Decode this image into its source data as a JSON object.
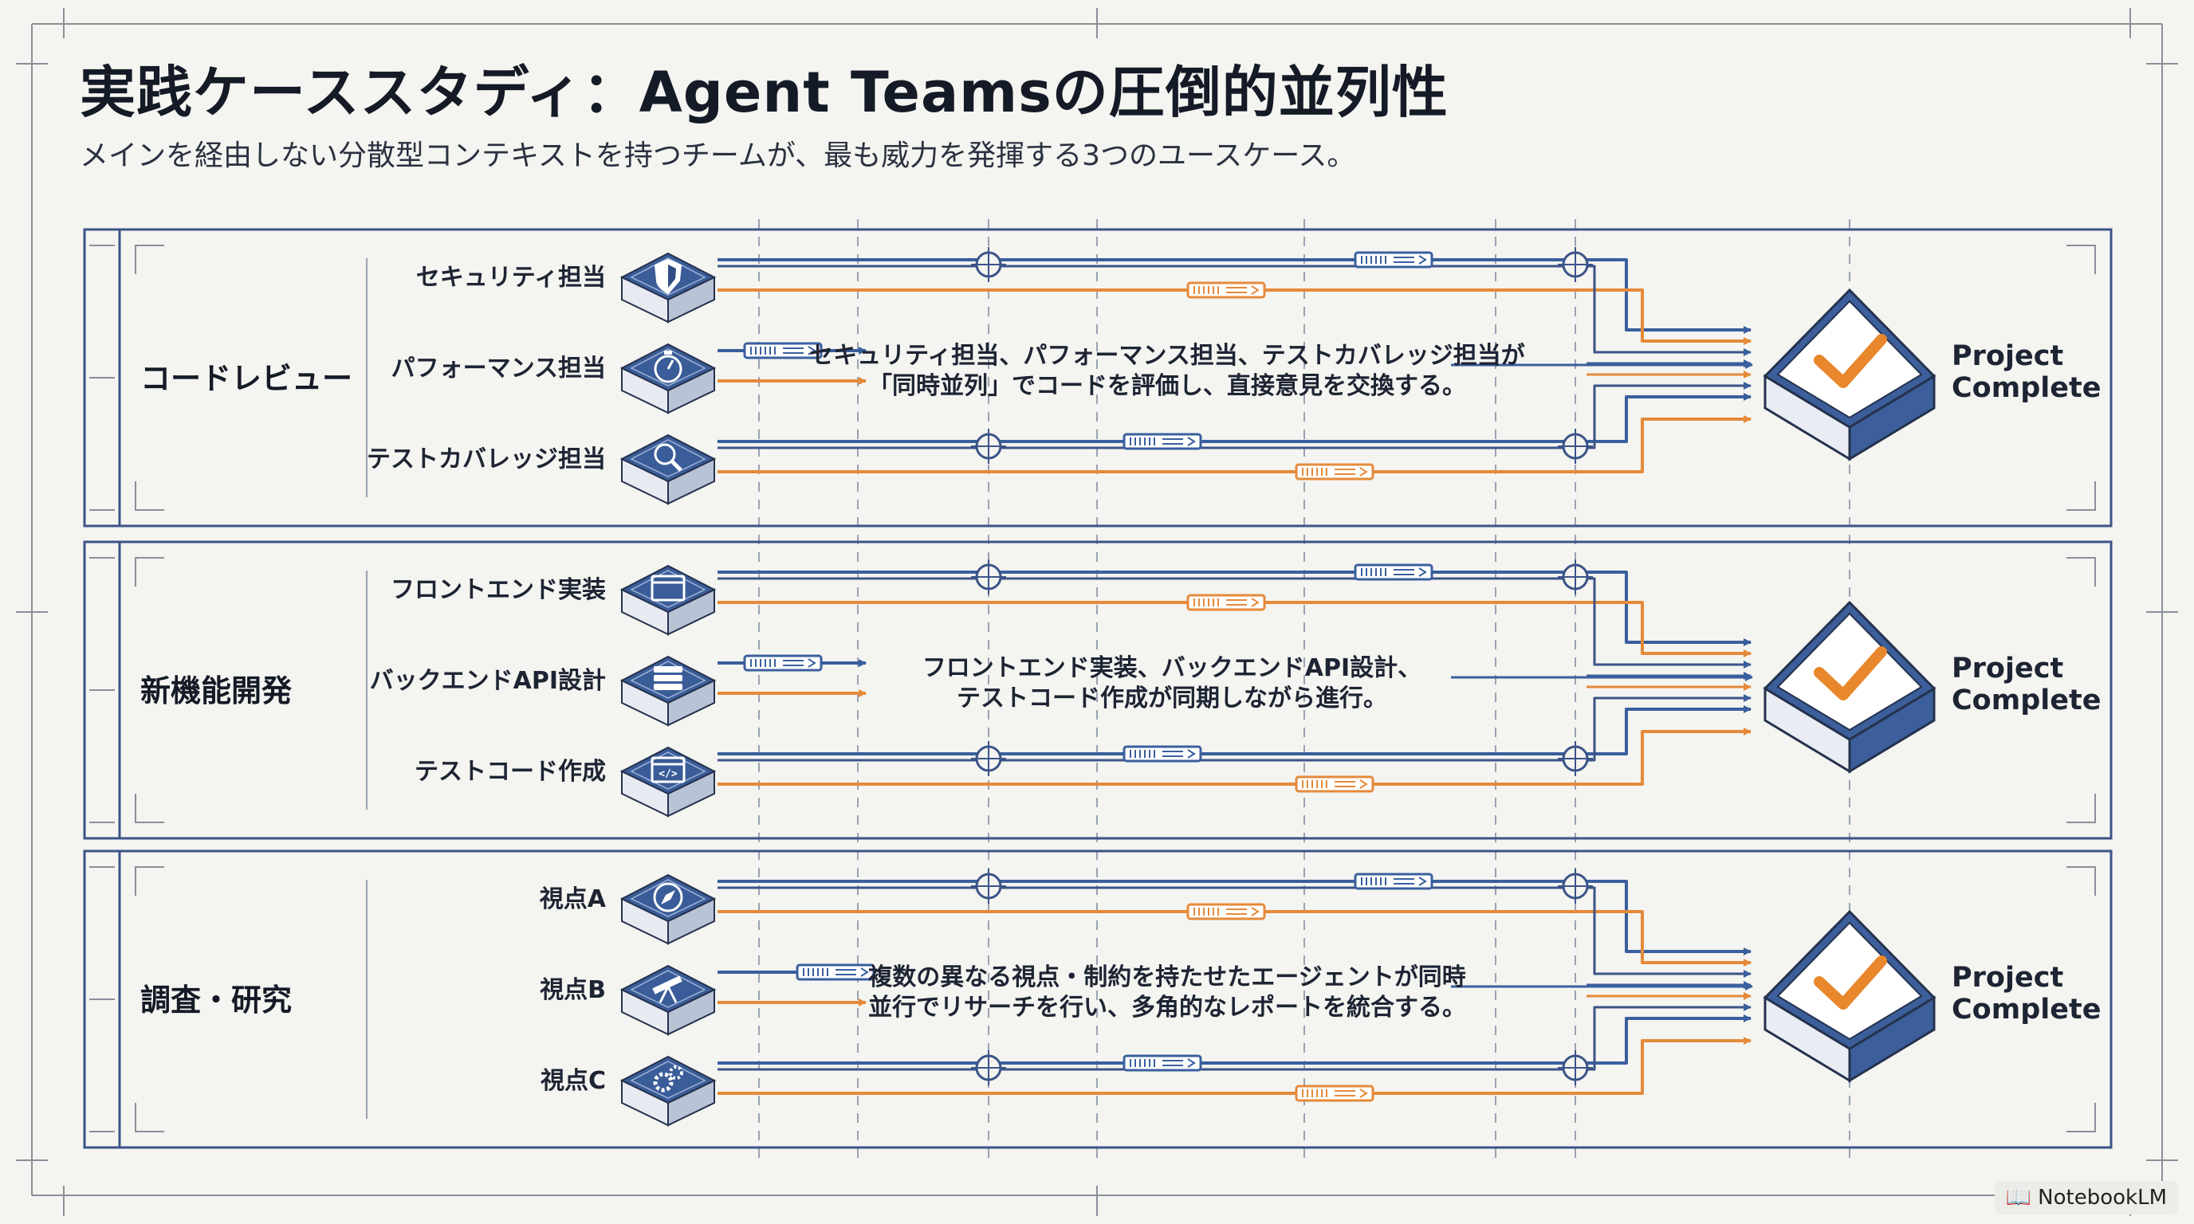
{
  "header": {
    "title": "実践ケーススタディ：Agent Teamsの圧倒的並列性",
    "subtitle": "メインを経由しない分散型コンテキストを持つチームが、最も威力を発揮する3つのユースケース。"
  },
  "colors": {
    "blue": "#3a5f9e",
    "orange": "#e58a3a",
    "frame": "#3b5488",
    "check": "#e8872c"
  },
  "lanes": [
    {
      "category": "コードレビュー",
      "agents": [
        {
          "label": "セキュリティ担当",
          "icon": "shield-icon"
        },
        {
          "label": "パフォーマンス担当",
          "icon": "stopwatch-icon"
        },
        {
          "label": "テストカバレッジ担当",
          "icon": "magnifier-icon"
        }
      ],
      "description": [
        "セキュリティ担当、パフォーマンス担当、テストカバレッジ担当が",
        "「同時並列」でコードを評価し、直接意見を交換する。"
      ],
      "result": [
        "Project",
        "Complete"
      ]
    },
    {
      "category": "新機能開発",
      "agents": [
        {
          "label": "フロントエンド実装",
          "icon": "browser-window-icon"
        },
        {
          "label": "バックエンドAPI設計",
          "icon": "database-icon"
        },
        {
          "label": "テストコード作成",
          "icon": "code-window-icon"
        }
      ],
      "description": [
        "フロントエンド実装、バックエンドAPI設計、",
        "テストコード作成が同期しながら進行。"
      ],
      "result": [
        "Project",
        "Complete"
      ]
    },
    {
      "category": "調査・研究",
      "agents": [
        {
          "label": "視点A",
          "icon": "compass-icon"
        },
        {
          "label": "視点B",
          "icon": "telescope-icon"
        },
        {
          "label": "視点C",
          "icon": "gears-icon"
        }
      ],
      "description": [
        "複数の異なる視点・制約を持たせたエージェントが同時",
        "並行でリサーチを行い、多角的なレポートを統合する。"
      ],
      "result": [
        "Project",
        "Complete"
      ]
    }
  ],
  "brand": {
    "name": "NotebookLM"
  }
}
